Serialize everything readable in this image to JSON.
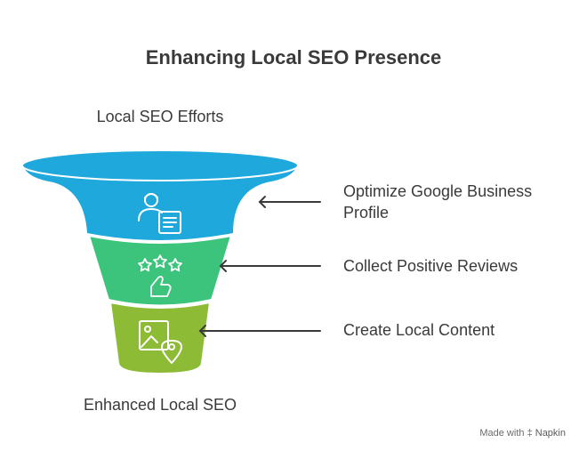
{
  "title": "Enhancing Local SEO Presence",
  "top_label": "Local SEO Efforts",
  "bottom_label": "Enhanced Local SEO",
  "stages": [
    {
      "label": "Optimize Google Business Profile",
      "icon": "business-profile-icon",
      "color": "#1ea8dc"
    },
    {
      "label": "Collect Positive Reviews",
      "icon": "star-review-icon",
      "color": "#3cc47c"
    },
    {
      "label": "Create Local Content",
      "icon": "image-location-icon",
      "color": "#8dbb36"
    }
  ],
  "top_rim_color": "#1ea8dc",
  "footer": {
    "made_with": "Made with",
    "brand": "Napkin"
  }
}
